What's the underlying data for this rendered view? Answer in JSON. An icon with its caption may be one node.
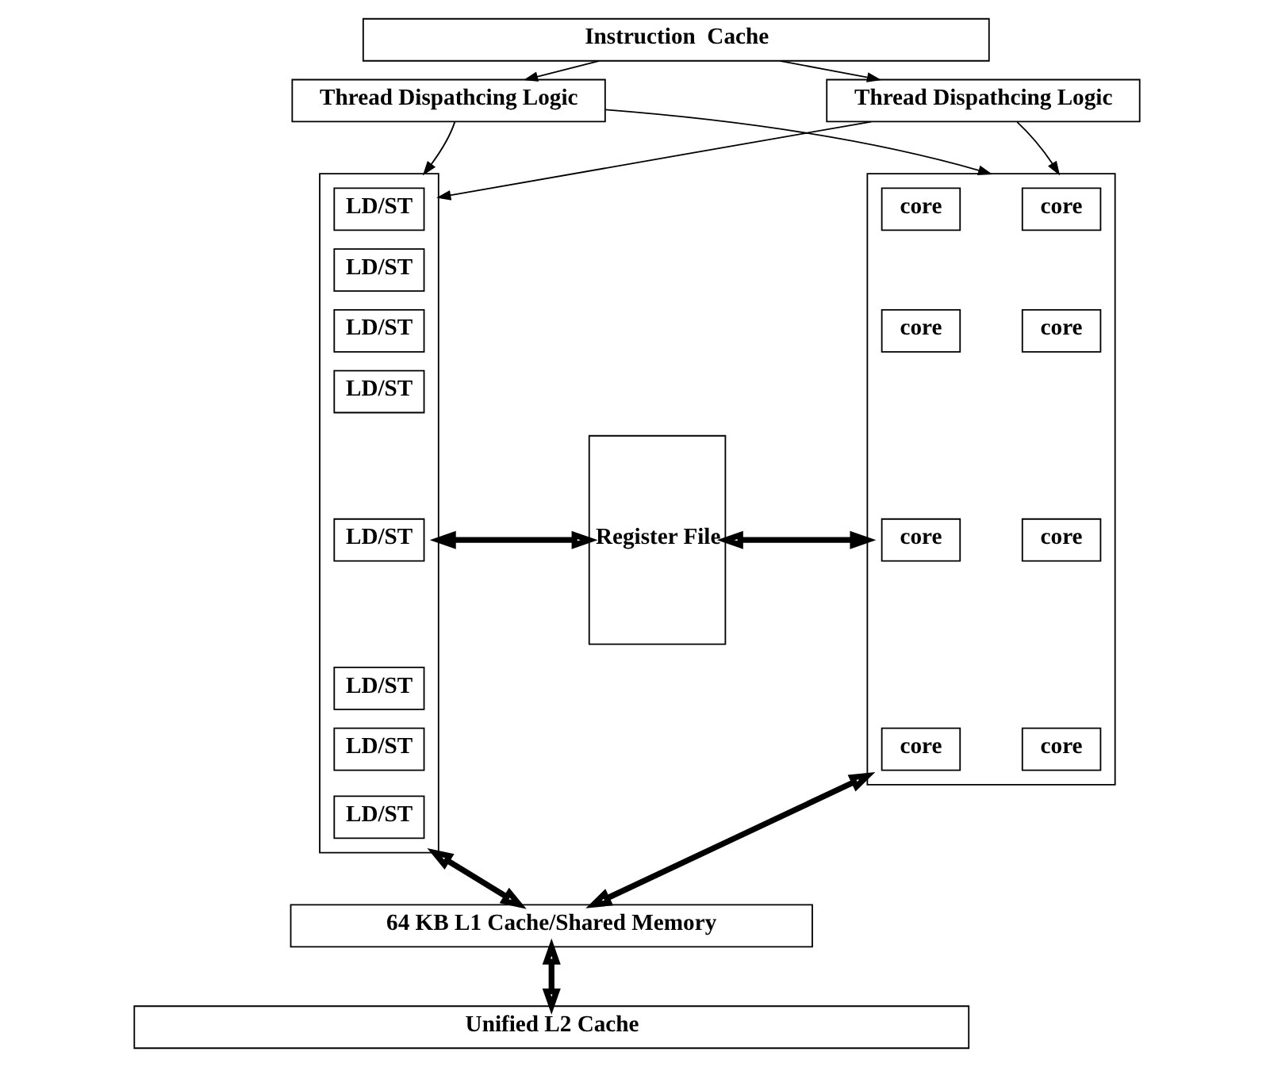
{
  "diagram": {
    "nodes": [
      {
        "text": [
          "Instruction  Cache"
        ]
      },
      {
        "text": [
          "Thread Dispathcing Logic"
        ]
      },
      {
        "text": [
          "Thread Dispathcing Logic"
        ]
      },
      {
        "text": [],
        "shape": "box"
      },
      {
        "text": [
          "core"
        ],
        "in": 3
      },
      {
        "text": [
          "core"
        ],
        "in": 3
      },
      {
        "text": [
          "core"
        ],
        "in": 3
      },
      {
        "text": [
          "core"
        ],
        "in": 3
      },
      {
        "text": [
          "core"
        ],
        "in": 3
      },
      {
        "text": [
          "core"
        ],
        "in": 3
      },
      {
        "text": [
          "core"
        ],
        "in": 3
      },
      {
        "text": [
          "core"
        ],
        "in": 3
      },
      {
        "text": [
          "Register File"
        ]
      },
      {
        "text": [],
        "shape": "box"
      },
      {
        "text": [
          "LD/ST"
        ],
        "in": 13
      },
      {
        "text": [
          "LD/ST"
        ],
        "in": 13
      },
      {
        "text": [
          "LD/ST"
        ],
        "in": 13
      },
      {
        "text": [
          "LD/ST"
        ],
        "in": 13
      },
      {
        "text": [
          "LD/ST"
        ],
        "in": 13
      },
      {
        "text": [
          "LD/ST"
        ],
        "in": 13
      },
      {
        "text": [
          "LD/ST"
        ],
        "in": 13
      },
      {
        "text": [
          "LD/ST"
        ],
        "in": 13
      },
      {
        "text": [
          "64 KB L1 Cache/Shared Memory"
        ]
      },
      {
        "text": [
          "Unified L2 Cache"
        ]
      }
    ],
    "edges": [
      {
        "from": 0,
        "to": 1,
        "arrow": "to"
      },
      {
        "from": 0,
        "to": 2,
        "arrow": "to"
      },
      {
        "from": 1,
        "to": 3,
        "arrow": "to"
      },
      {
        "from": 1,
        "to": 13,
        "arrow": "to"
      },
      {
        "from": 2,
        "to": 3,
        "arrow": "to"
      },
      {
        "from": 2,
        "to": 13,
        "arrow": "to"
      },
      {
        "from": 3,
        "to": 12,
        "arrow": "both",
        "style": "thick"
      },
      {
        "from": 12,
        "to": 13,
        "arrow": "both",
        "style": "thick"
      },
      {
        "from": 3,
        "to": 22,
        "arrow": "both",
        "style": "thick"
      },
      {
        "from": 13,
        "to": 22,
        "arrow": "both",
        "style": "thick"
      },
      {
        "from": 22,
        "to": 23,
        "arrow": "both",
        "style": "thick"
      }
    ]
  }
}
